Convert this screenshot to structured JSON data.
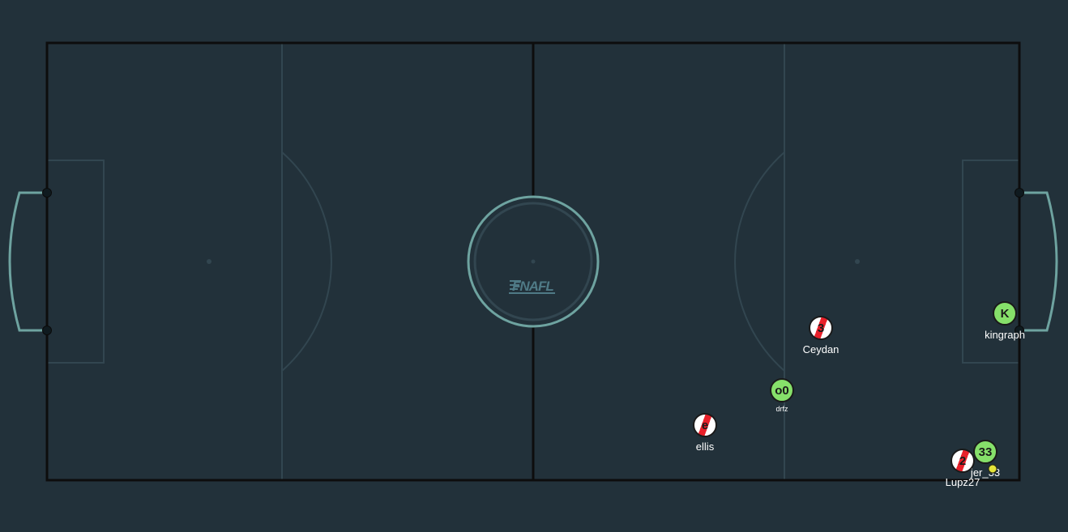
{
  "colors": {
    "background": "#22313a",
    "pitch_border": "#0d0d0d",
    "pitch_lines": "#324650",
    "goal_lines": "#6ea3a0",
    "center_circle": "#6ea3a0",
    "logo": "#4f7a86",
    "red_team_stripe": "#e8202a",
    "red_team_base": "#ffffff",
    "green_team": "#86e06a",
    "ball": "#e5e53a",
    "player_name": "#ffffff"
  },
  "logo_text": "FNAFL",
  "players": [
    {
      "id": "ceydan",
      "team": "red",
      "number": "3",
      "name": "Ceydan"
    },
    {
      "id": "ellis",
      "team": "red",
      "number": "e",
      "name": "ellis"
    },
    {
      "id": "lupz27",
      "team": "red",
      "number": "2",
      "name": "Lupz27"
    },
    {
      "id": "kingraph",
      "team": "green",
      "number": "K",
      "name": "kingraph"
    },
    {
      "id": "drfz",
      "team": "green",
      "number": "o0",
      "name": "drfz"
    },
    {
      "id": "jer",
      "team": "green",
      "number": "33",
      "name": "jer_33"
    }
  ],
  "ball": {
    "color": "#e5e53a"
  }
}
